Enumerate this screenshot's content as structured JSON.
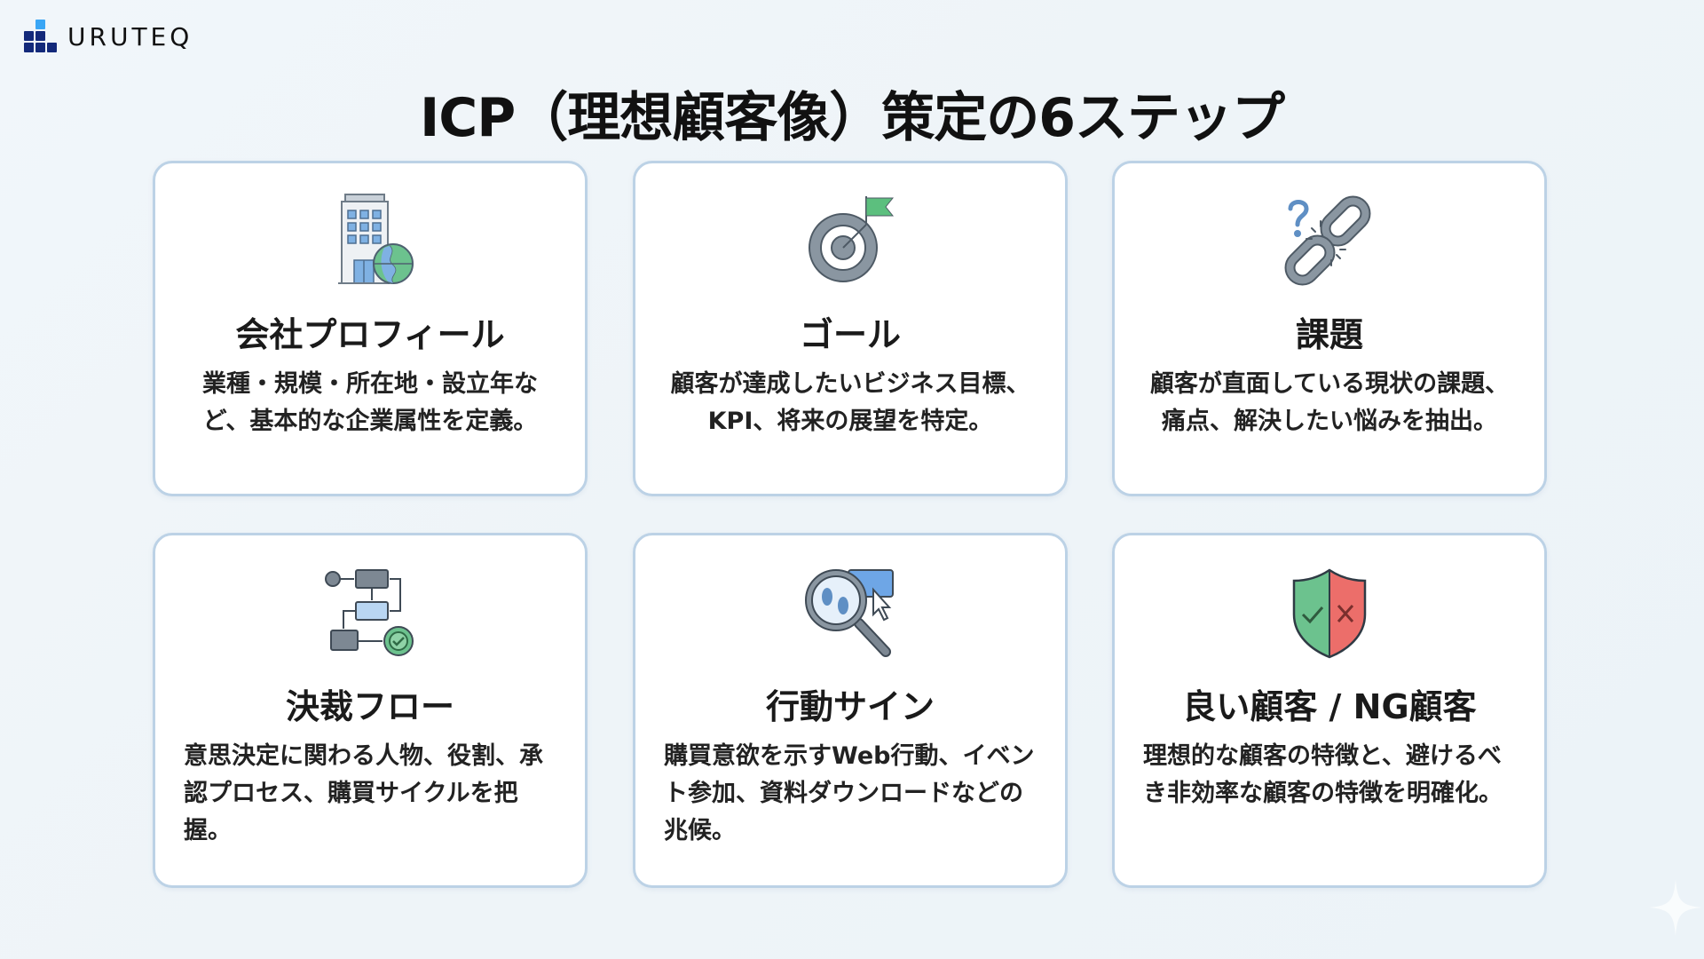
{
  "brand": {
    "name": "URUTEQ",
    "colors": {
      "dark": "#13297a",
      "light": "#3aa6f5"
    }
  },
  "title": "ICP（理想顧客像）策定の6ステップ",
  "cards": [
    {
      "icon": "building-globe-icon",
      "title": "会社プロフィール",
      "body": "業種・規模・所在地・設立年など、基本的な企業属性を定義。"
    },
    {
      "icon": "target-flag-icon",
      "title": "ゴール",
      "body": "顧客が達成したいビジネス目標、KPI、将来の展望を特定。"
    },
    {
      "icon": "broken-chain-question-icon",
      "title": "課題",
      "body": "顧客が直面している現状の課題、痛点、解決したい悩みを抽出。"
    },
    {
      "icon": "approval-flowchart-icon",
      "title": "決裁フロー",
      "body": "意思決定に関わる人物、役割、承認プロセス、購買サイクルを把握。"
    },
    {
      "icon": "magnifier-footprints-cursor-icon",
      "title": "行動サイン",
      "body": "購買意欲を示すWeb行動、イベント参加、資料ダウンロードなどの兆候。"
    },
    {
      "icon": "shield-check-cross-icon",
      "title": "良い顧客 / NG顧客",
      "body": "理想的な顧客の特徴と、避けるべき非効率な顧客の特徴を明確化。"
    }
  ],
  "colors": {
    "card_border": "#bcd2e6",
    "icon_gray": "#7b8a97",
    "icon_blue": "#9cc4ea",
    "icon_green": "#5cbf7e",
    "icon_red": "#ec6e6a"
  }
}
